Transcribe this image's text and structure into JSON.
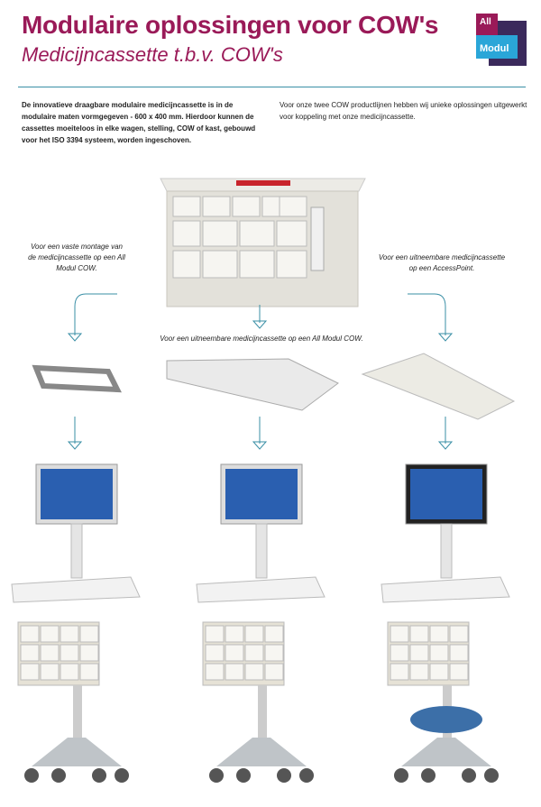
{
  "header": {
    "title": "Modulaire oplossingen voor COW's",
    "subtitle": "Medicijncassette t.b.v. COW's",
    "logo_text": [
      "All",
      "Modul"
    ]
  },
  "intro": {
    "left": "De innovatieve draagbare modulaire medicijncassette is in de modulaire maten vormgegeven - 600 x 400 mm. Hierdoor kunnen de cassettes moeiteloos in elke wagen, stelling, COW of kast, gebouwd voor het ISO 3394 systeem, worden ingeschoven.",
    "right": "Voor onze twee COW productlijnen hebben wij unieke oplossingen uitgewerkt voor koppeling met onze medicijncassette."
  },
  "captions": {
    "left": "Voor een vaste montage van de medicijncassette op een All Modul COW.",
    "middle": "Voor een uitneembare medicijncassette op een All Modul COW.",
    "right": "Voor een uitneembare medicijncassette op een AccessPoint."
  },
  "colors": {
    "brand": "#9a1a58",
    "accent": "#3a8fa6",
    "logo_dark": "#3b2a5c",
    "logo_light": "#2aa6d8"
  }
}
